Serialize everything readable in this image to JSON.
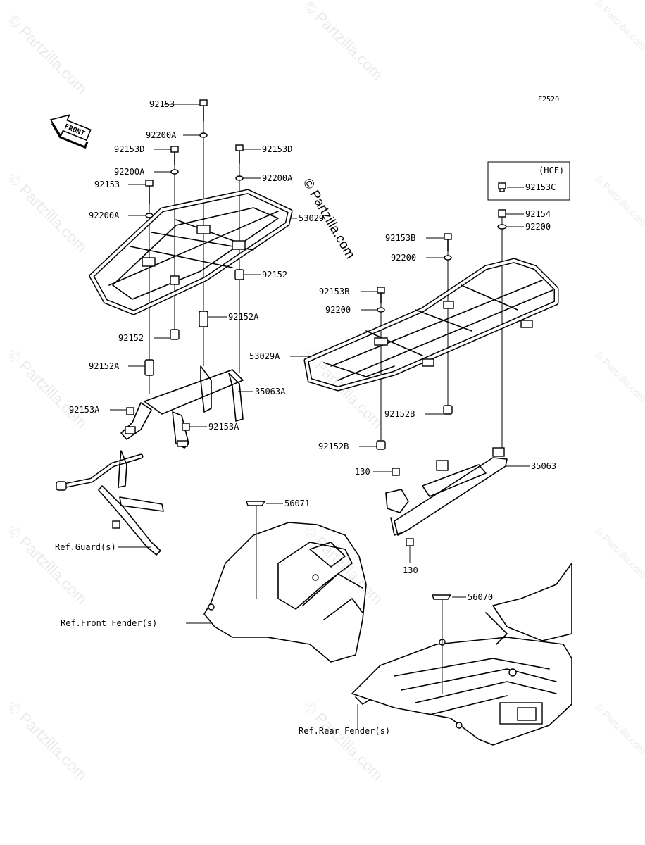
{
  "diagram_code": "F2520",
  "site_watermark": "© Partzilla.com",
  "hcf_box": {
    "title": "(HCF)",
    "part": "92153C"
  },
  "front_arrow": {
    "label": "FRONT"
  },
  "left_carrier": {
    "bolt_top": "92153",
    "washer_top": "92200A",
    "bolt_d_left": "92153D",
    "washer_a_left": "92200A",
    "bolt_left": "92153",
    "washer_left": "92200A",
    "bolt_d_right": "92153D",
    "washer_a_right": "92200A",
    "carrier": "53029",
    "collar_right": "92152",
    "collar_a_right": "92152A",
    "collar_left": "92152",
    "collar_a_left": "92152A",
    "bracket": "35063A",
    "bolt_a_left": "92153A",
    "bolt_a_right": "92153A"
  },
  "right_carrier": {
    "bolt_b_top": "92153B",
    "washer_top": "92200",
    "bolt_b_mid": "92153B",
    "washer_mid": "92200",
    "carrier": "53029A",
    "collar_b_right": "92152B",
    "collar_b_left": "92152B",
    "bolt_92154": "92154",
    "washer_92200": "92200",
    "bracket": "35063",
    "bolt_130_top": "130",
    "bolt_130_bottom": "130"
  },
  "labels": {
    "front_sticker": "56071",
    "rear_sticker": "56070",
    "ref_guard": "Ref.Guard(s)",
    "ref_front_fender": "Ref.Front Fender(s)",
    "ref_rear_fender": "Ref.Rear Fender(s)"
  }
}
